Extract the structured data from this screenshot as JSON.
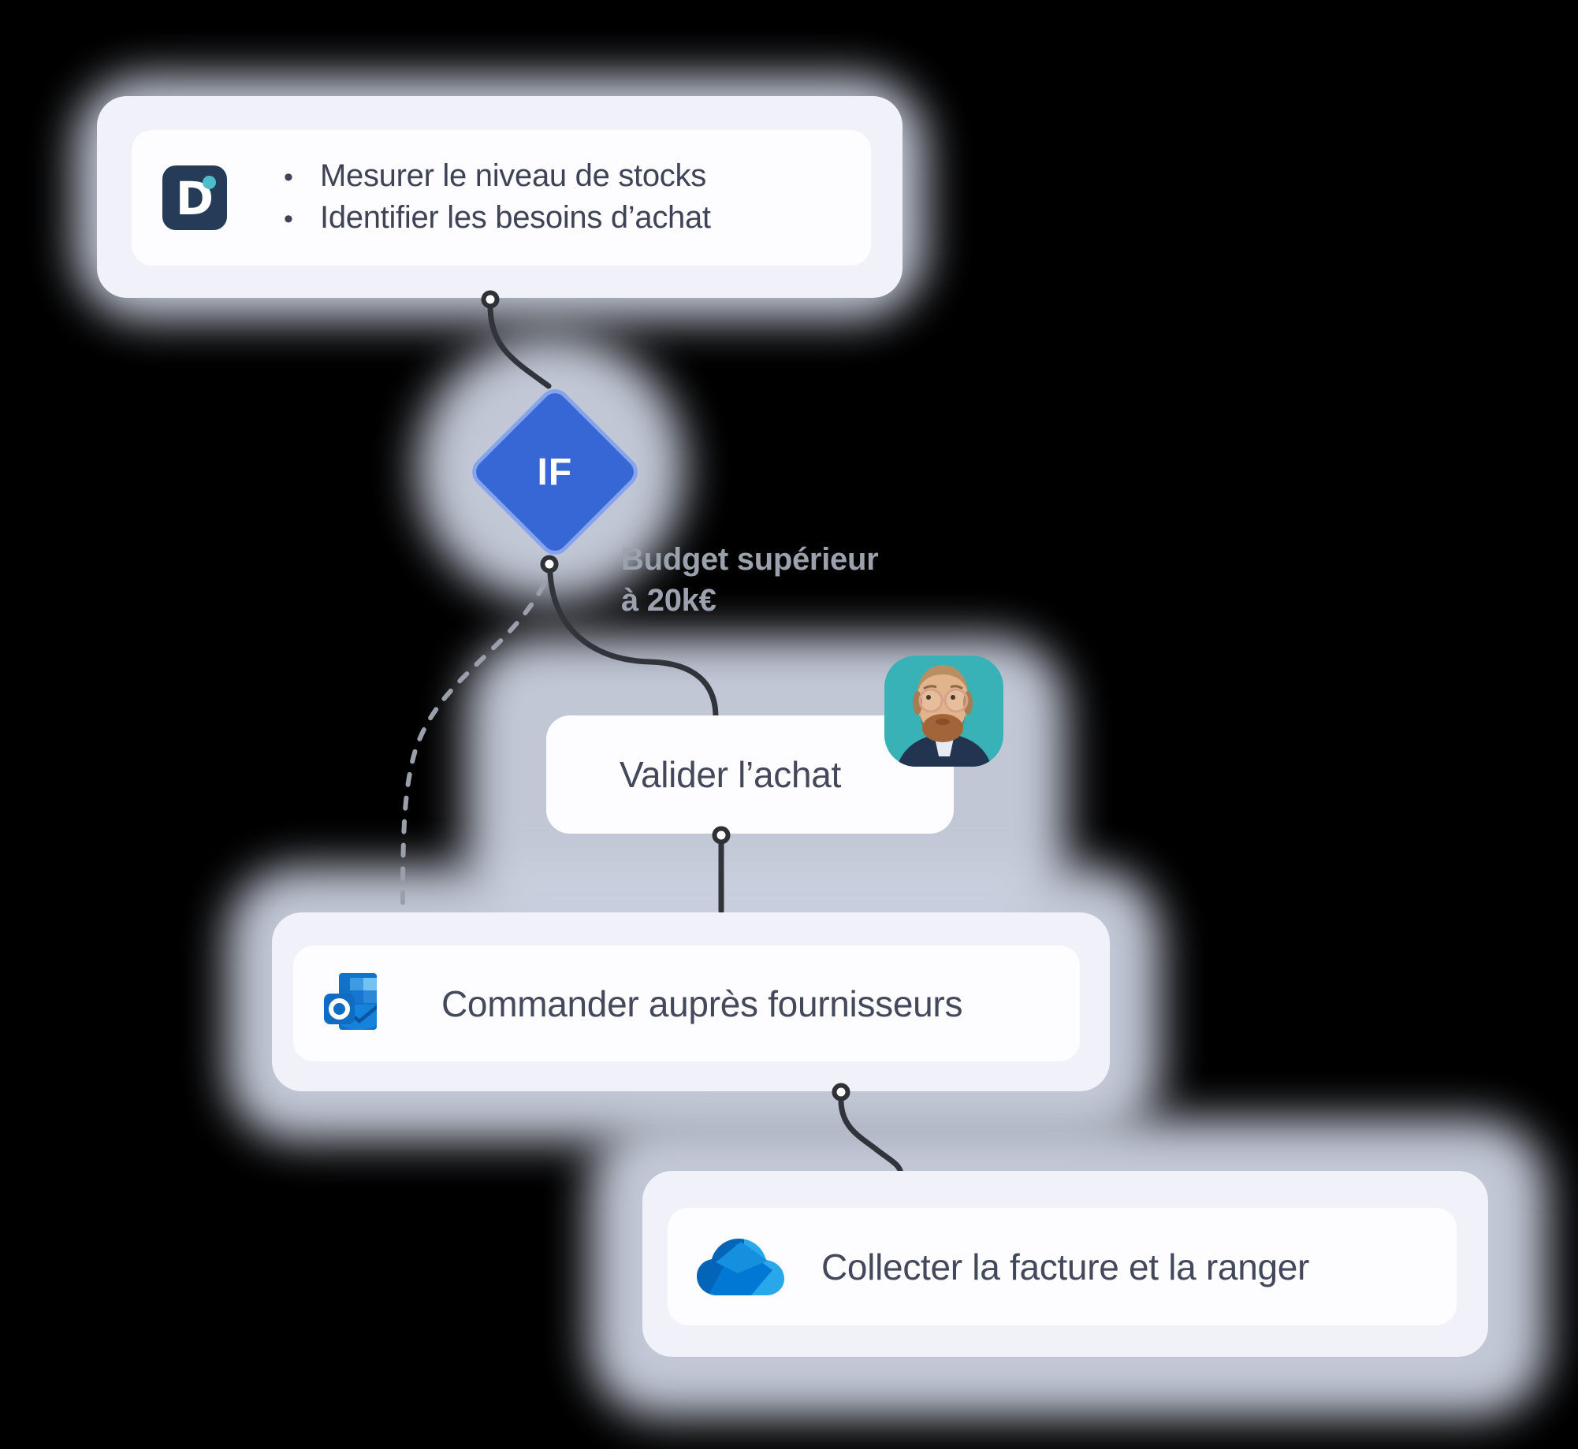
{
  "canvas": {
    "background": "#000000"
  },
  "colors": {
    "accent_blue": "#3767d5",
    "diamond_border": "#86a4ee",
    "glow": "#ccd2e1",
    "card_outer": "#f1f2f9",
    "card_inner": "#fdfdff",
    "title_text": "#43485b",
    "muted_text": "#9ba1ad",
    "connector": "#31353b",
    "dashed_connector": "#9aa0ab",
    "logo_navy": "#253b58",
    "logo_teal": "#4fbcca",
    "avatar_background_teal": "#38b2b6"
  },
  "stock_card": {
    "logo_letter": "D",
    "bullet": "•",
    "items": [
      "Mesurer le niveau de stocks",
      "Identifier les besoins d’achat"
    ]
  },
  "if_node": {
    "label": "IF"
  },
  "condition": {
    "line1": "Budget supérieur",
    "line2": "à 20k€"
  },
  "validate_card": {
    "label": "Valider l’achat"
  },
  "order_card": {
    "label": "Commander auprès fournisseurs"
  },
  "collect_card": {
    "label": "Collecter la facture et la ranger"
  },
  "icons": {
    "stock": "d-logo",
    "order": "outlook-icon",
    "collect": "onedrive-icon",
    "approver": "avatar-photo"
  }
}
